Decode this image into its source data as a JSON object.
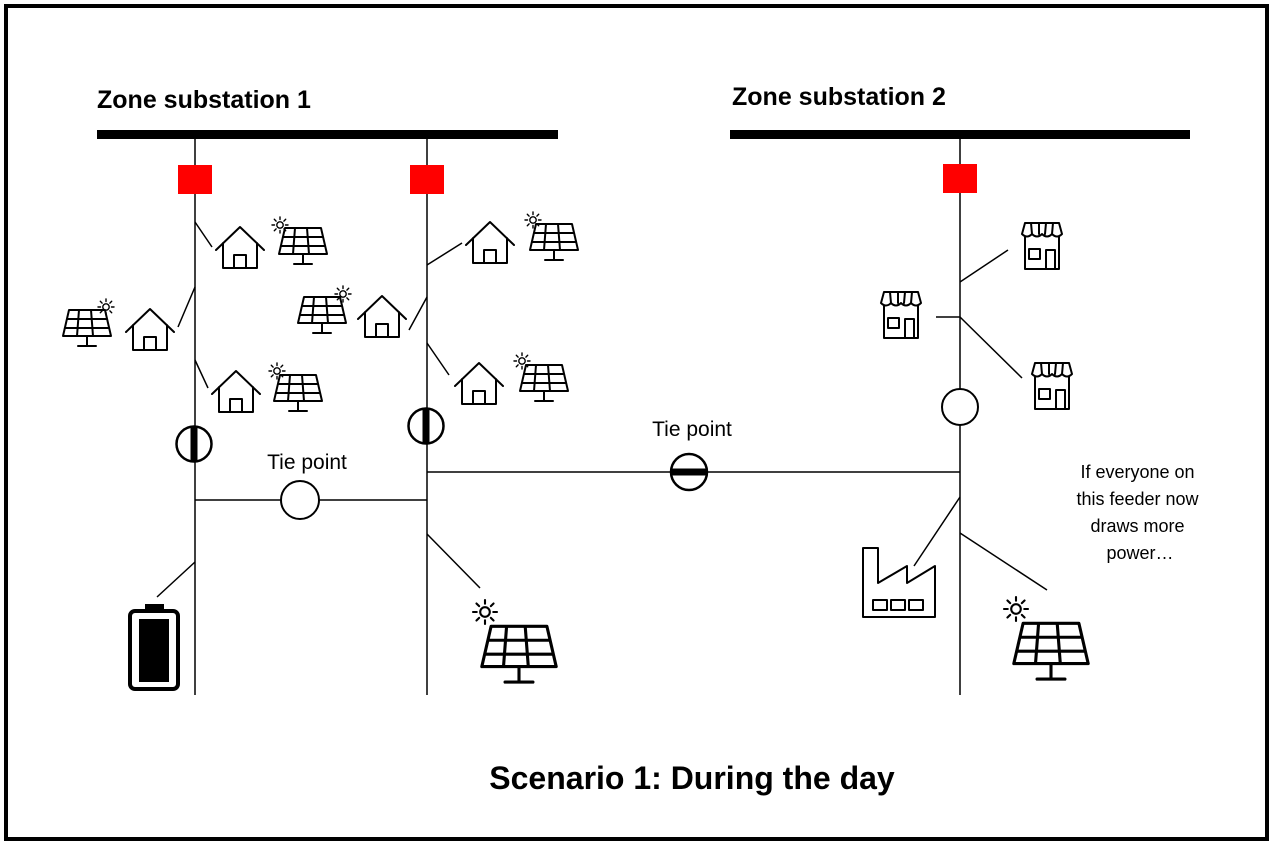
{
  "substations": [
    {
      "name": "Zone substation 1"
    },
    {
      "name": "Zone substation 2"
    }
  ],
  "tie_points": [
    {
      "label": "Tie point",
      "state": "open"
    },
    {
      "label": "Tie point",
      "state": "closed"
    }
  ],
  "note": {
    "lines": [
      "If everyone on",
      "this feeder now",
      "draws more",
      "power…"
    ]
  },
  "caption": "Scenario 1: During the day",
  "colors": {
    "breaker": "#ff0000",
    "line": "#000000"
  },
  "icons": [
    "house-icon",
    "solar-panel-icon",
    "sun-icon",
    "shop-icon",
    "factory-icon",
    "battery-icon",
    "switch-icon"
  ]
}
